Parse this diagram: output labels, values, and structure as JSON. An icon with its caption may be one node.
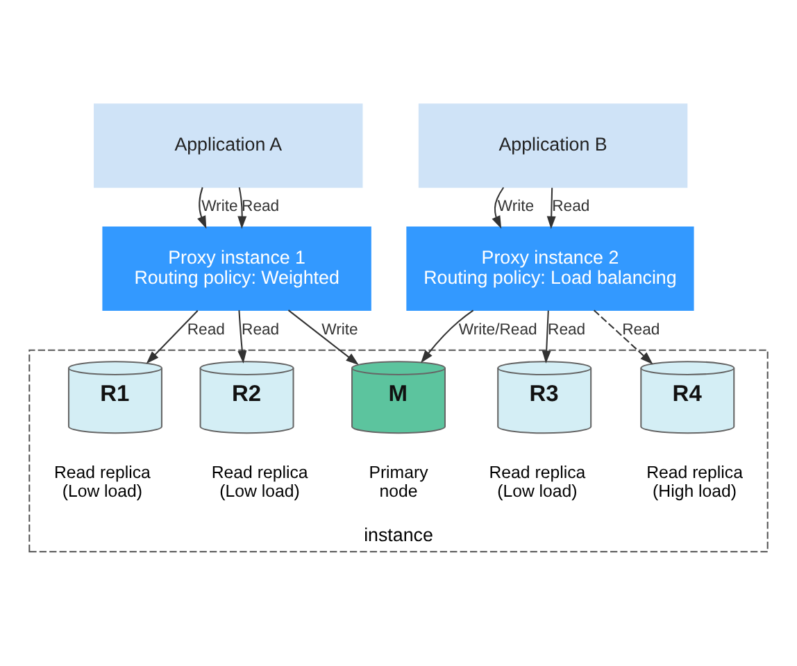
{
  "diagram": {
    "nodes": [
      {
        "text": [
          "Application A"
        ]
      },
      {
        "text": [
          "Application B"
        ]
      },
      {
        "text": [
          "Proxy instance 1",
          "Routing policy: Weighted"
        ]
      },
      {
        "text": [
          "Proxy instance 2",
          "Routing policy: Load balancing"
        ]
      },
      {
        "text": [
          "instance"
        ]
      },
      {
        "text": [
          "R1"
        ],
        "in": 4,
        "beside": [
          "Read replica (Low load)"
        ]
      },
      {
        "text": [
          "R2"
        ],
        "in": 4,
        "beside": [
          "Read replica (Low load)"
        ]
      },
      {
        "text": [
          "M"
        ],
        "in": 4,
        "beside": [
          "Primary node"
        ]
      },
      {
        "text": [
          "R3"
        ],
        "in": 4,
        "beside": [
          "Read replica (Low load)"
        ]
      },
      {
        "text": [
          "R4"
        ],
        "in": 4,
        "beside": [
          "Read replica (High load)"
        ]
      }
    ],
    "edges": [
      {
        "from": 0,
        "to": 2,
        "arrow": "to",
        "label": "Write"
      },
      {
        "from": 0,
        "to": 2,
        "arrow": "to",
        "label": "Read"
      },
      {
        "from": 1,
        "to": 3,
        "arrow": "to",
        "label": "Write"
      },
      {
        "from": 1,
        "to": 3,
        "arrow": "to",
        "label": "Read"
      },
      {
        "from": 2,
        "to": 5,
        "arrow": "to",
        "label": "Read"
      },
      {
        "from": 2,
        "to": 6,
        "arrow": "to",
        "label": "Read"
      },
      {
        "from": 2,
        "to": 7,
        "arrow": "to",
        "label": "Write"
      },
      {
        "from": 3,
        "to": 7,
        "arrow": "to",
        "label": "Write/Read"
      },
      {
        "from": 3,
        "to": 8,
        "arrow": "to",
        "label": "Read"
      },
      {
        "from": 3,
        "to": 9,
        "arrow": "to",
        "label": "Read",
        "style": "dashed"
      }
    ]
  }
}
